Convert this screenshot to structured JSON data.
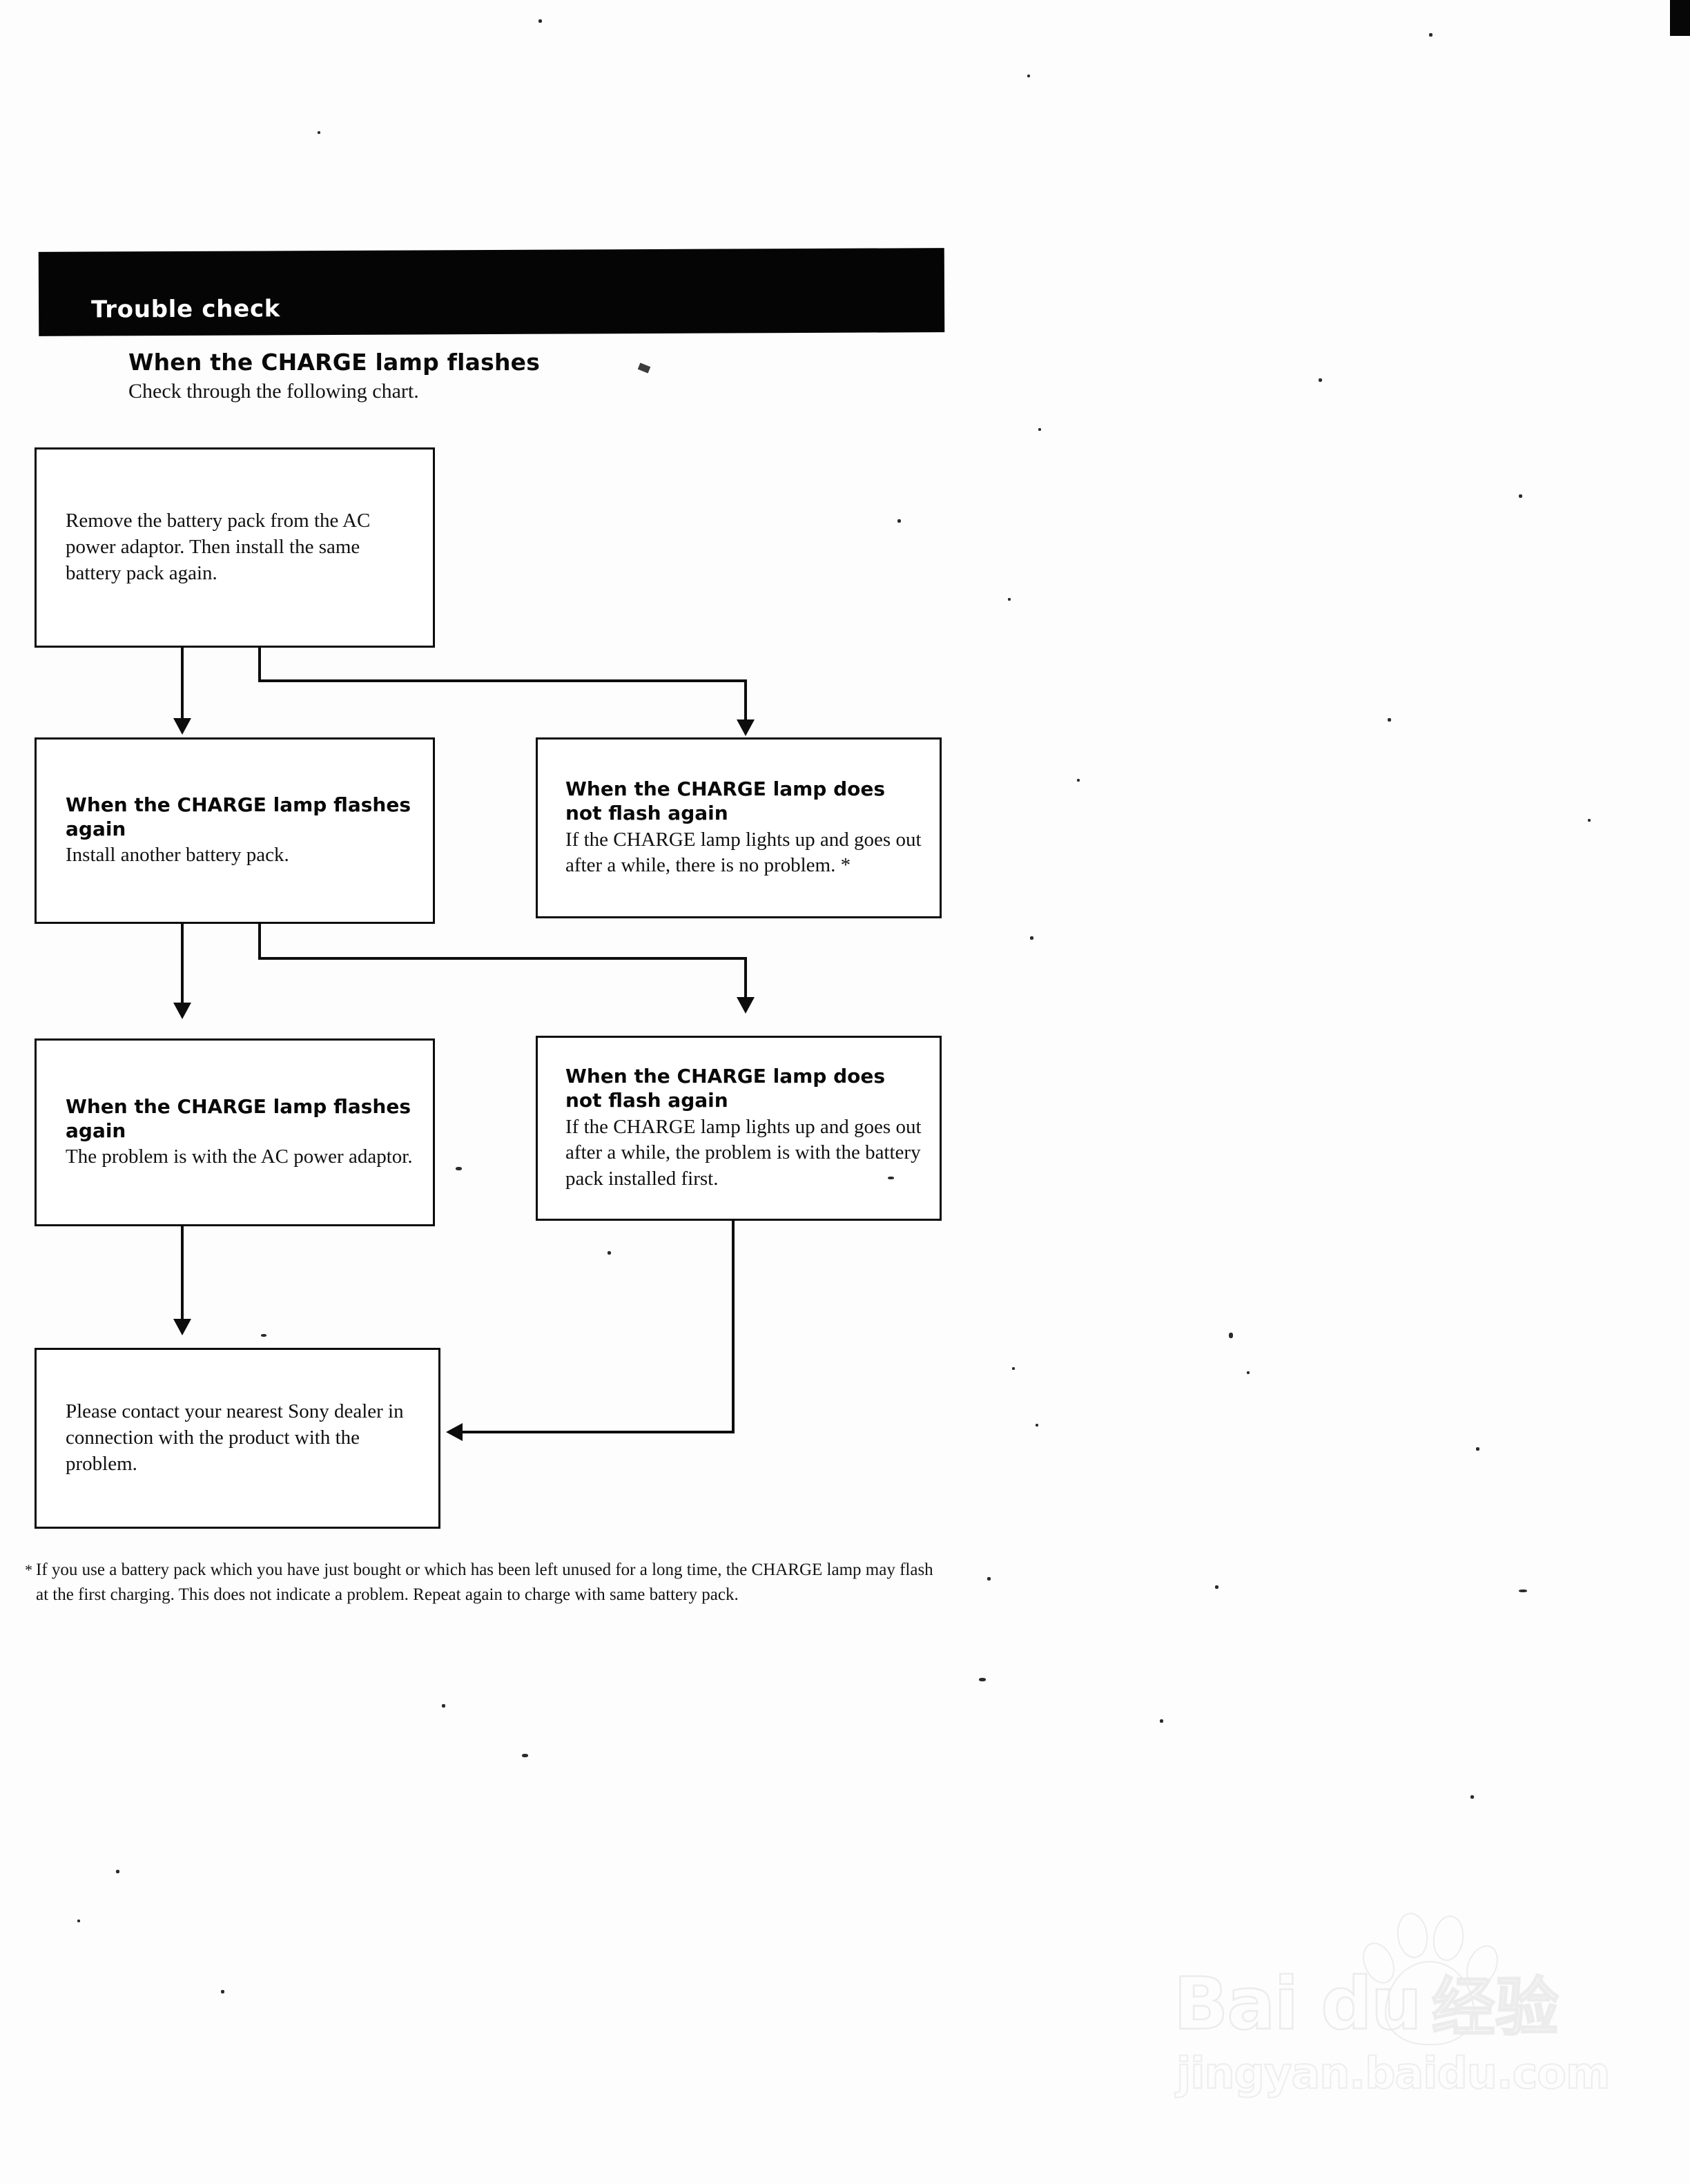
{
  "banner": {
    "label": "Trouble check"
  },
  "section": {
    "title": "When the CHARGE lamp flashes",
    "subtitle": "Check through the following chart."
  },
  "flowchart": {
    "boxes": [
      {
        "id": "step1",
        "heading": "",
        "body": "Remove the battery pack from the AC power adaptor. Then install the same battery pack again."
      },
      {
        "id": "flash1",
        "heading": "When the CHARGE lamp flashes again",
        "body": "Install another battery pack."
      },
      {
        "id": "noflash1",
        "heading": "When the CHARGE lamp does not flash again",
        "body": "If the CHARGE lamp lights up and goes out after a while, there is no problem. *"
      },
      {
        "id": "flash2",
        "heading": "When the CHARGE lamp flashes again",
        "body": "The problem is with the AC power adaptor."
      },
      {
        "id": "noflash2",
        "heading": "When the CHARGE lamp does not flash again",
        "body": "If the CHARGE lamp lights up and goes out after a while, the problem is with the battery pack installed first."
      },
      {
        "id": "dealer",
        "heading": "",
        "body": "Please contact your nearest Sony dealer in connection with the product with the problem."
      }
    ]
  },
  "footnote": {
    "marker": "*",
    "text": "If you use a battery pack which you have just bought or which has been left unused for a long time, the CHARGE lamp may flash at the first charging. This does not indicate a problem.  Repeat again to charge with same battery pack."
  },
  "watermark": {
    "brand_en": "Bai du",
    "brand_cn": "经验",
    "url": "jingyan.baidu.com"
  },
  "colors": {
    "banner_bg": "#050505",
    "banner_text": "#ffffff",
    "ink": "#0b0b0b",
    "page_bg": "#fdfdfd",
    "watermark_stroke": "#e2e2e2"
  }
}
